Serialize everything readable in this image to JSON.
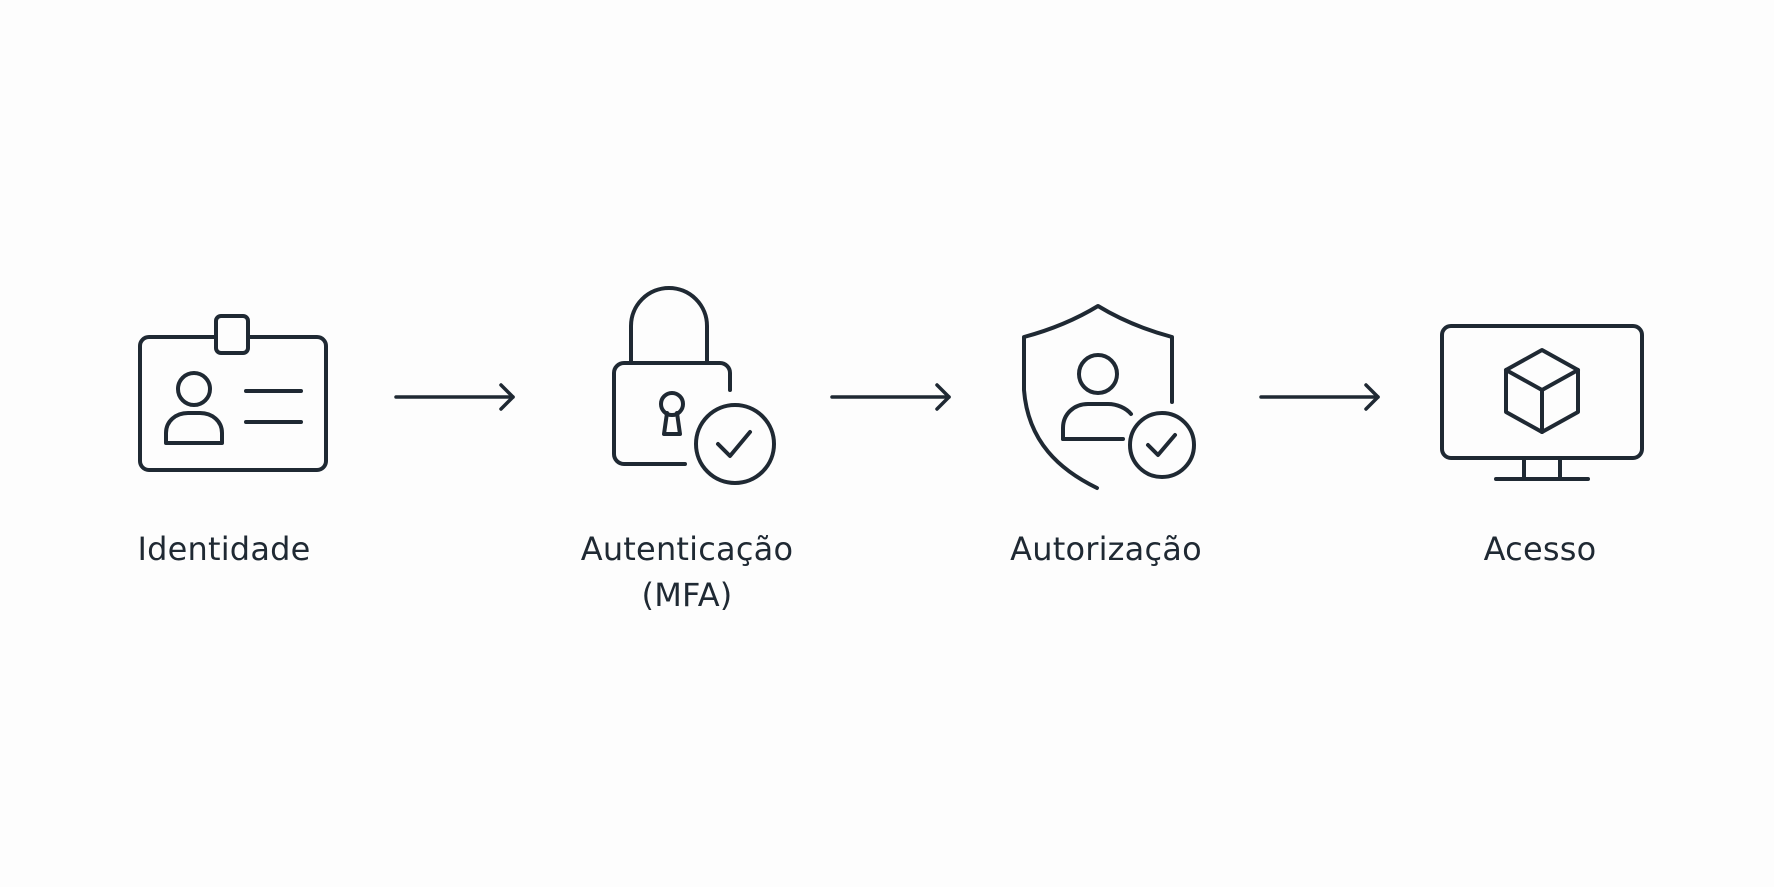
{
  "diagram": {
    "colors": {
      "background": "#fdfdfd",
      "stroke": "#1f2933",
      "text": "#1f2933"
    },
    "steps": [
      {
        "icon": "id-badge-icon",
        "label_lines": [
          "Identidade"
        ]
      },
      {
        "icon": "padlock-check-icon",
        "label_lines": [
          "Autenticação",
          "(MFA)"
        ]
      },
      {
        "icon": "shield-user-check-icon",
        "label_lines": [
          "Autorização"
        ]
      },
      {
        "icon": "monitor-cube-icon",
        "label_lines": [
          "Acesso"
        ]
      }
    ],
    "connectors": [
      "arrow-right-icon",
      "arrow-right-icon",
      "arrow-right-icon"
    ]
  }
}
